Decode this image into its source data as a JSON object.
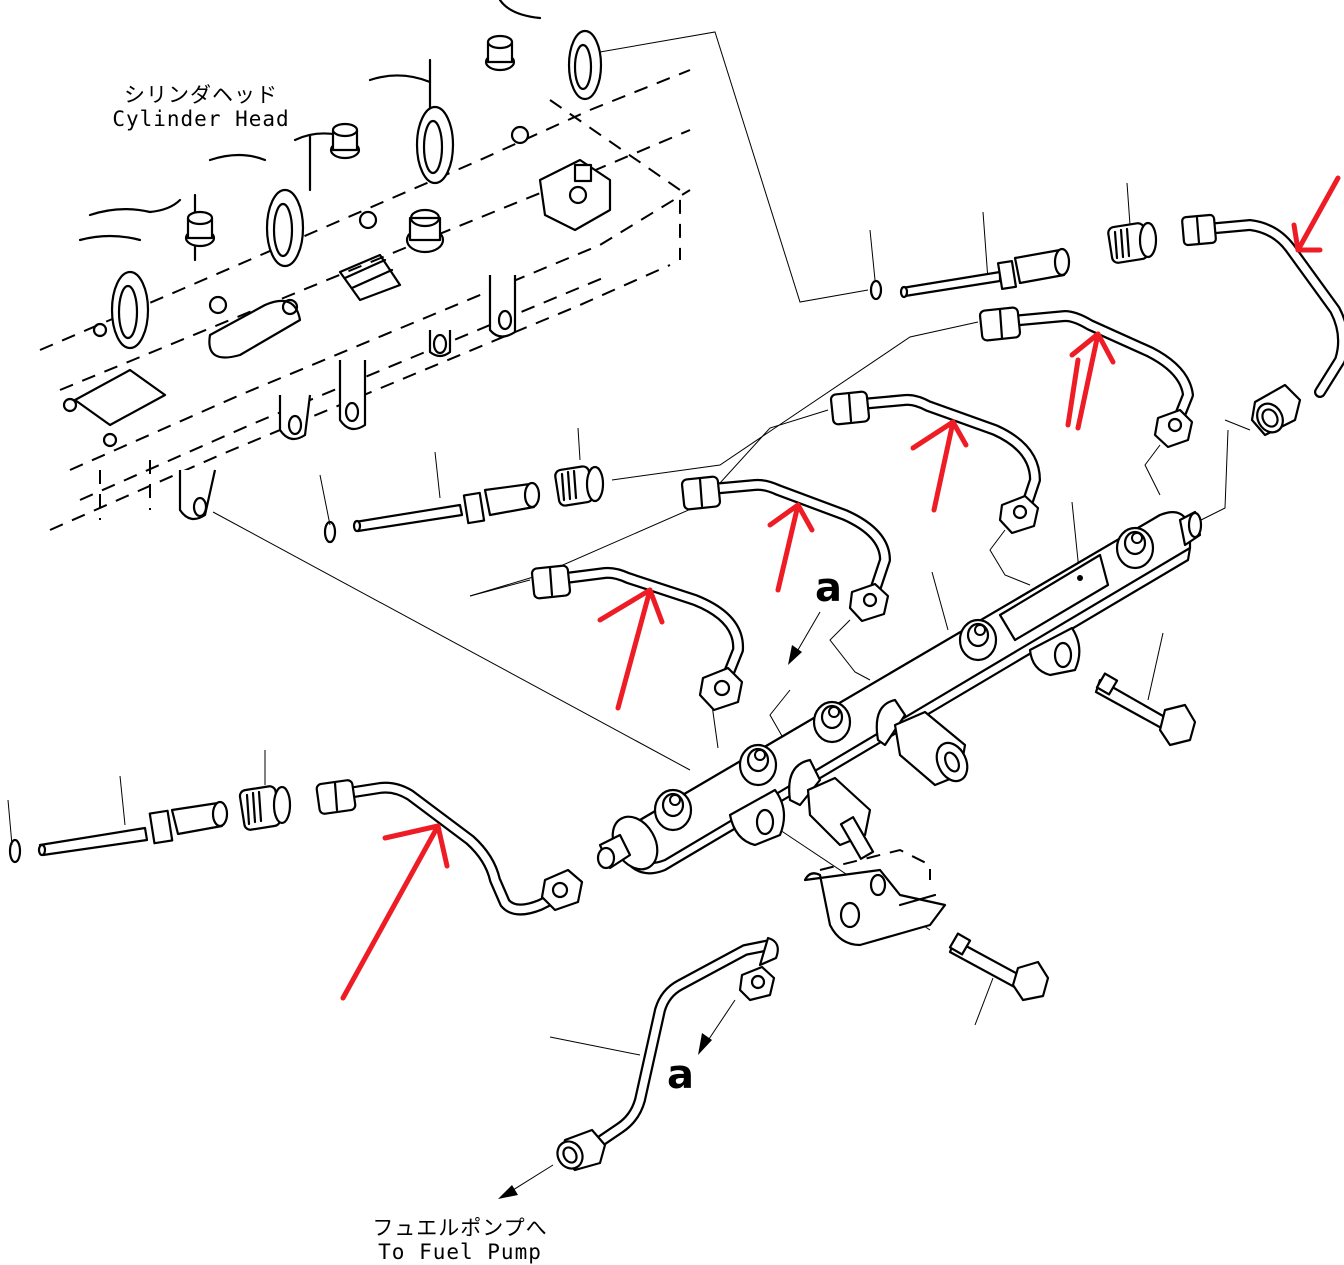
{
  "diagram": {
    "type": "exploded-parts-diagram",
    "subject": "Fuel rail and injection pipes",
    "annotation_color": "#ee1c25",
    "line_color": "#000000",
    "background": "#ffffff"
  },
  "labels": {
    "cylinder_head": {
      "jp": "シリンダヘッド",
      "en": "Cylinder Head"
    },
    "fuel_pump": {
      "jp": "フュエルポンプへ",
      "en": "To Fuel Pump"
    },
    "reference_marks": [
      "a",
      "a"
    ]
  },
  "components": [
    {
      "name": "cylinder-head",
      "kind": "assembly"
    },
    {
      "name": "fuel-rail",
      "kind": "common-rail"
    },
    {
      "name": "injection-pipe-1",
      "kind": "pipe",
      "highlighted": true
    },
    {
      "name": "injection-pipe-2",
      "kind": "pipe",
      "highlighted": true
    },
    {
      "name": "injection-pipe-3",
      "kind": "pipe",
      "highlighted": true
    },
    {
      "name": "injection-pipe-4",
      "kind": "pipe",
      "highlighted": true
    },
    {
      "name": "injection-pipe-5",
      "kind": "pipe",
      "highlighted": true
    },
    {
      "name": "injection-pipe-6",
      "kind": "pipe",
      "highlighted": true
    },
    {
      "name": "supply-pipe",
      "kind": "pipe",
      "highlighted": false
    },
    {
      "name": "connector-sleeve",
      "kind": "sleeve",
      "count": 3
    },
    {
      "name": "retaining-nut",
      "kind": "nut",
      "count": 3
    },
    {
      "name": "o-ring",
      "kind": "seal",
      "count": 3
    },
    {
      "name": "pressure-sensor",
      "kind": "sensor"
    },
    {
      "name": "pressure-limiter",
      "kind": "valve"
    },
    {
      "name": "bracket",
      "kind": "bracket"
    },
    {
      "name": "flange-bolt",
      "kind": "bolt",
      "count": 2
    }
  ],
  "annotations": {
    "red_arrow_count": 7
  }
}
